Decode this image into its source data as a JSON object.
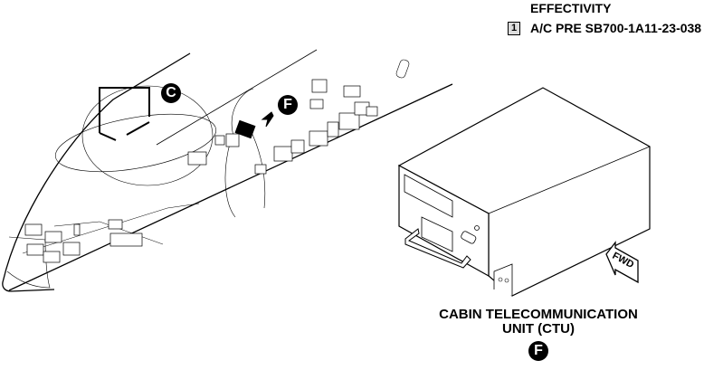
{
  "effectivity": {
    "title": "EFFECTIVITY",
    "note_number": "1",
    "note_text": "A/C PRE SB700-1A11-23-038"
  },
  "callouts": {
    "c": "C",
    "f": "F",
    "f_detail": "F"
  },
  "detail": {
    "caption_line1": "CABIN TELECOMMUNICATION",
    "caption_line2": "UNIT (CTU)",
    "direction_label": "FWD"
  }
}
